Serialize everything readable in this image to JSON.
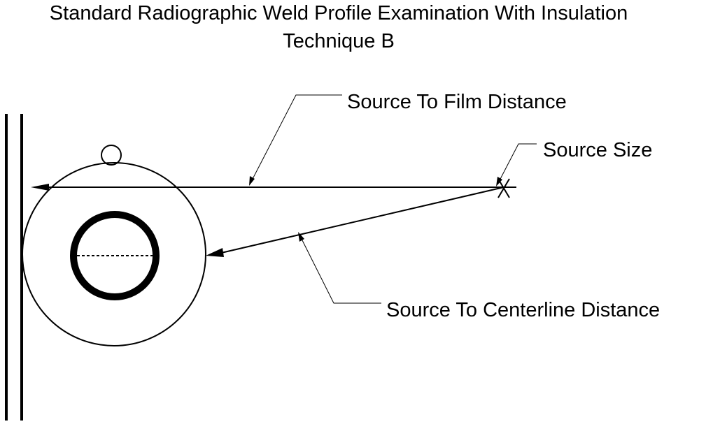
{
  "title": {
    "line1": "Standard Radiographic Weld Profile Examination With Insulation",
    "line2": "Technique B"
  },
  "labels": {
    "source_to_film": "Source To Film Distance",
    "source_size": "Source Size",
    "source_to_centerline": "Source To Centerline Distance"
  },
  "colors": {
    "ink": "#000000",
    "background": "#ffffff"
  }
}
